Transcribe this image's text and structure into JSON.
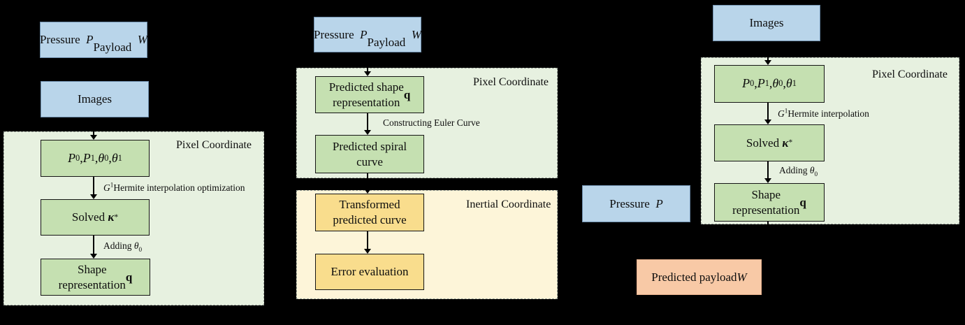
{
  "colors": {
    "blue_fill": "#b9d5ea",
    "blue_border": "#6f8fad",
    "green_panel_fill": "#e7f1e0",
    "green_box_fill": "#c5e0b1",
    "yellow_panel_fill": "#fdf5d9",
    "yellow_box_fill": "#f9dd8d",
    "salmon_fill": "#f8c9a6",
    "background": "#000000"
  },
  "diagram_left": {
    "inputs_box": "Pressure&nbsp;&nbsp;<i>P</i><br>Payload&nbsp;&nbsp;<i>W</i>",
    "images_box": "Images",
    "panel_label": "Pixel Coordinate",
    "node_endpoints": "<i>P</i><sub>0</sub>, <i>P</i><sub>1</sub>, <i>θ</i><sub>0</sub>, <i>θ</i><sub>1</sub>",
    "edge_hermite": "<i>G</i><sup>1</sup>Hermite interpolation optimization",
    "node_solved": "Solved&nbsp; <b><i>κ</i></b><sup>*</sup>",
    "edge_adding": "Adding <i>θ</i><sub>0</sub>",
    "node_shape": "Shape<br>representation <b>q</b>"
  },
  "diagram_middle": {
    "inputs_box": "Pressure&nbsp;&nbsp;<i>P</i><br>Payload&nbsp;&nbsp;<i>W</i>",
    "panel_pixel_label": "Pixel Coordinate",
    "node_pred_shape": "Predicted shape<br>representation <b>q</b>",
    "edge_euler": "Constructing Euler Curve",
    "node_pred_spiral": "Predicted spiral<br>curve",
    "panel_inertial_label": "Inertial Coordinate",
    "node_transformed": "Transformed<br>predicted curve",
    "node_error": "Error evaluation"
  },
  "diagram_right": {
    "images_box": "Images",
    "panel_label": "Pixel Coordinate",
    "node_endpoints": "<i>P</i><sub>0</sub>, <i>P</i><sub>1</sub>, <i>θ</i><sub>0</sub>, <i>θ</i><sub>1</sub>",
    "edge_hermite": "<i>G</i><sup>1</sup>Hermite interpolation",
    "node_solved": "Solved&nbsp; <b><i>κ</i></b><sup>*</sup>",
    "edge_adding": "Adding <i>θ</i><sub>0</sub>",
    "node_shape": "Shape<br>representation <b>q</b>",
    "pressure_box": "Pressure&nbsp;&nbsp;<i>P</i>",
    "node_payload": "Predicted payload <i>W</i>"
  }
}
